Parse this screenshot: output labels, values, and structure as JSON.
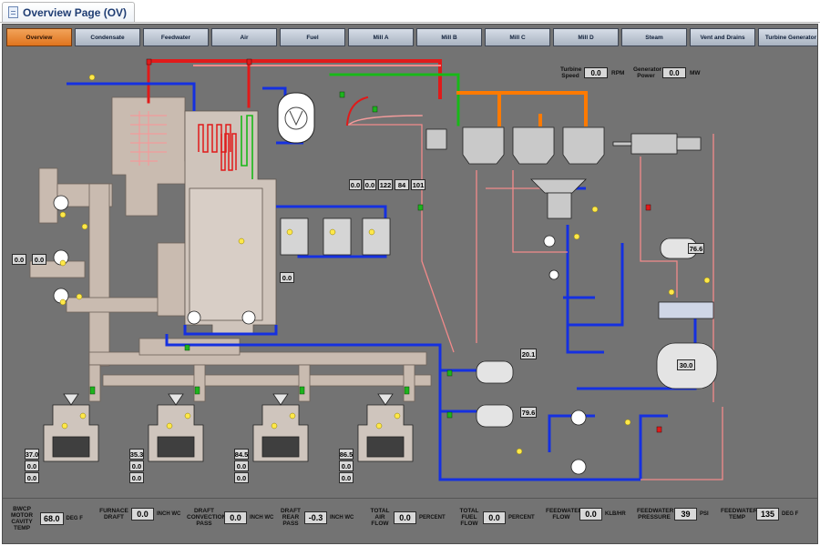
{
  "window": {
    "title": "Overview Page (OV)"
  },
  "nav": [
    "Overview",
    "Condensate",
    "Feedwater",
    "Air",
    "Fuel",
    "Mill A",
    "Mill B",
    "Mill C",
    "Mill D",
    "Steam",
    "Vent and Drains",
    "Turbine Generator"
  ],
  "active_tab": "Overview",
  "turbine": {
    "speed_label": "Turbine Speed",
    "speed_value": "0.0",
    "speed_unit": "RPM",
    "power_label": "Generator Power",
    "power_value": "0.0",
    "power_unit": "MW"
  },
  "boiler_readouts": [
    "0.0",
    "0.0",
    "122",
    "84",
    "101"
  ],
  "misc_readouts": {
    "fd_fan_1": "0.0",
    "fd_fan_2": "0.0",
    "drum": "0.0",
    "lp_heater": "76.6",
    "hp_heater_1": "20.1",
    "hp_heater_2": "79.6",
    "deaerator_tank": "30.0",
    "mill_a_1": "37.0",
    "mill_a_2": "0.0",
    "mill_a_3": "0.0",
    "mill_b_1": "35.3",
    "mill_b_2": "0.0",
    "mill_b_3": "0.0",
    "mill_c_1": "84.5",
    "mill_c_2": "0.0",
    "mill_c_3": "0.0",
    "mill_d_1": "86.5",
    "mill_d_2": "0.0",
    "mill_d_3": "0.0"
  },
  "bottom_bar": [
    {
      "label": "BWCP MOTOR CAVITY TEMP",
      "value": "68.0",
      "unit": "DEG F"
    },
    {
      "label": "FURNACE DRAFT",
      "value": "0.0",
      "unit": "INCH WC"
    },
    {
      "label": "DRAFT CONVECTION PASS",
      "value": "0.0",
      "unit": "INCH WC"
    },
    {
      "label": "DRAFT REAR PASS",
      "value": "-0.3",
      "unit": "INCH WC"
    },
    {
      "label": "TOTAL AIR FLOW",
      "value": "0.0",
      "unit": "PERCENT"
    },
    {
      "label": "TOTAL FUEL FLOW",
      "value": "0.0",
      "unit": "PERCENT"
    },
    {
      "label": "FEEDWATER FLOW",
      "value": "0.0",
      "unit": "KLB/HR"
    },
    {
      "label": "FEEDWATER PRESSURE",
      "value": "39",
      "unit": "PSI"
    },
    {
      "label": "FEEDWATER TEMP",
      "value": "135",
      "unit": "DEG F"
    }
  ],
  "colors": {
    "panel": "#737373",
    "steam_hot": "#e01a1a",
    "steam_pink": "#f28a8a",
    "water": "#1530e0",
    "green_line": "#18b818",
    "orange_line": "#ff7a00",
    "duct": "#c7b9ad",
    "active_tab": "#e8802a"
  }
}
